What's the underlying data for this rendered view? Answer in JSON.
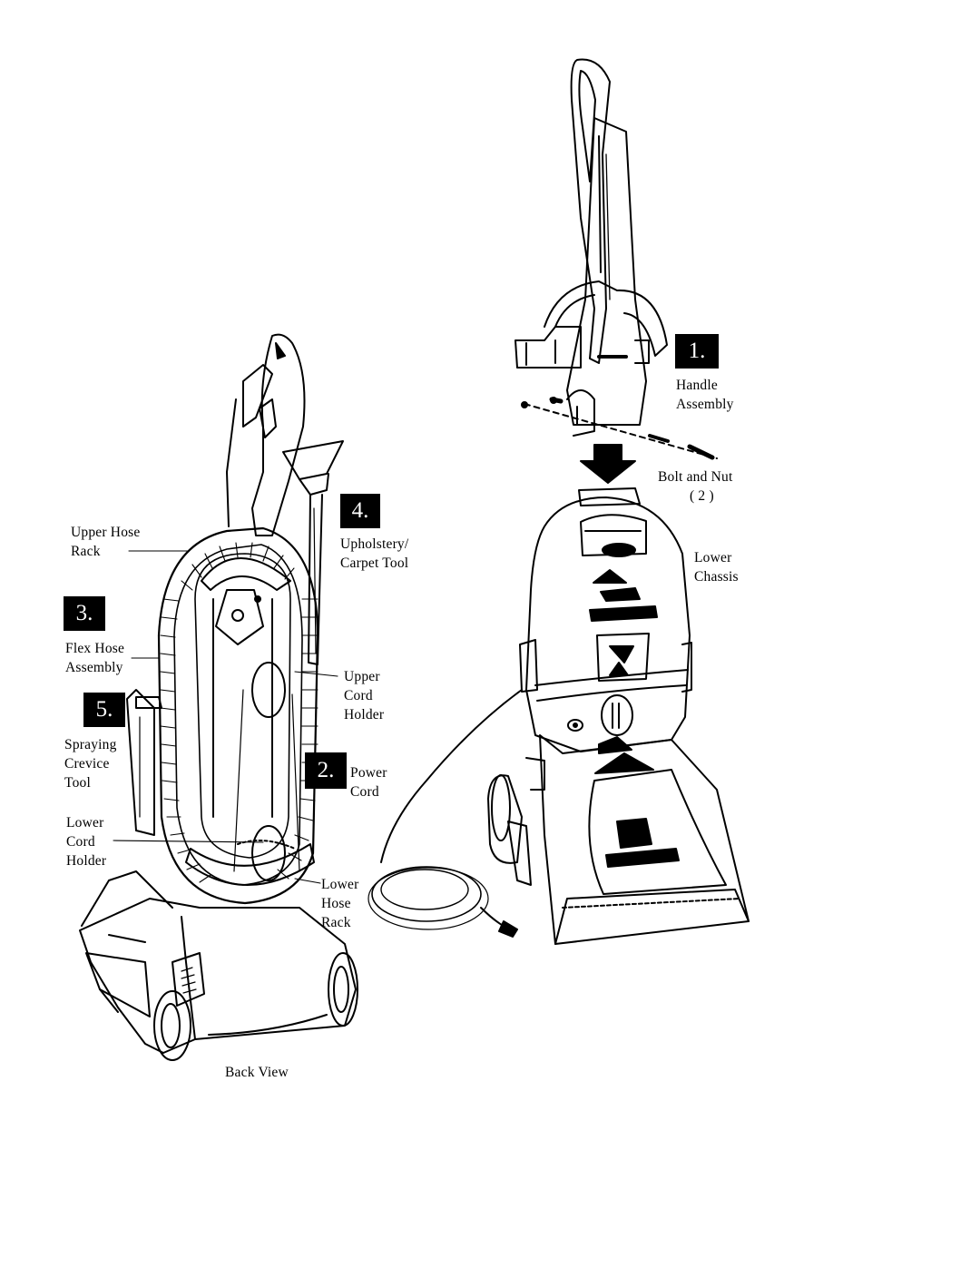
{
  "steps": {
    "s1": "1.",
    "s2": "2.",
    "s3": "3.",
    "s4": "4.",
    "s5": "5."
  },
  "labels": {
    "handle_assembly": "Handle\nAssembly",
    "bolt_and_nut": "Bolt and Nut",
    "bolt_qty": "( 2 )",
    "lower_chassis": "Lower\nChassis",
    "upholstery_tool": "Upholstery/\nCarpet Tool",
    "upper_hose_rack": "Upper Hose\nRack",
    "flex_hose": "Flex Hose\nAssembly",
    "upper_cord_holder": "Upper\nCord\nHolder",
    "spraying_crevice": "Spraying\nCrevice\nTool",
    "power_cord": "Power\nCord",
    "lower_cord_holder": "Lower\nCord\nHolder",
    "lower_hose_rack": "Lower\nHose\nRack",
    "back_view": "Back View"
  },
  "icons": {
    "arrow": "down-arrow-icon"
  }
}
